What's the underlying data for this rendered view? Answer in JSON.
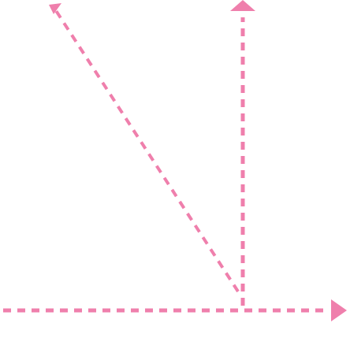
{
  "diagram": {
    "line_color": "#ef7fac",
    "elements": [
      {
        "name": "vertical-dashed-arrow",
        "direction": "up"
      },
      {
        "name": "horizontal-dashed-arrow",
        "direction": "right"
      },
      {
        "name": "diagonal-pointer-arrow",
        "direction": "left"
      }
    ]
  }
}
